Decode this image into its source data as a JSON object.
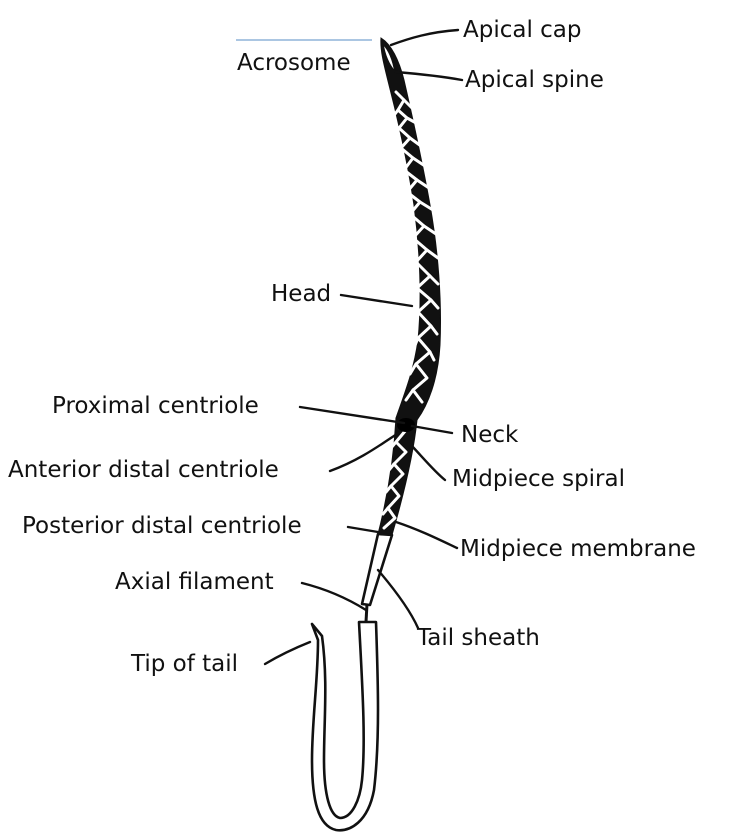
{
  "labels": {
    "acrosome": "Acrosome",
    "apical_cap": "Apical cap",
    "apical_spine": "Apical spine",
    "head": "Head",
    "proximal_centriole": "Proximal centriole",
    "neck": "Neck",
    "anterior_distal_centriole": "Anterior distal centriole",
    "midpiece_spiral": "Midpiece spiral",
    "posterior_distal_centriole": "Posterior distal centriole",
    "midpiece_membrane": "Midpiece membrane",
    "axial_filament": "Axial filament",
    "tail_sheath": "Tail sheath",
    "tip_of_tail": "Tip of tail"
  },
  "colors": {
    "ink": "#111111",
    "background": "#ffffff",
    "accent_rule": "#8fb3d9"
  }
}
